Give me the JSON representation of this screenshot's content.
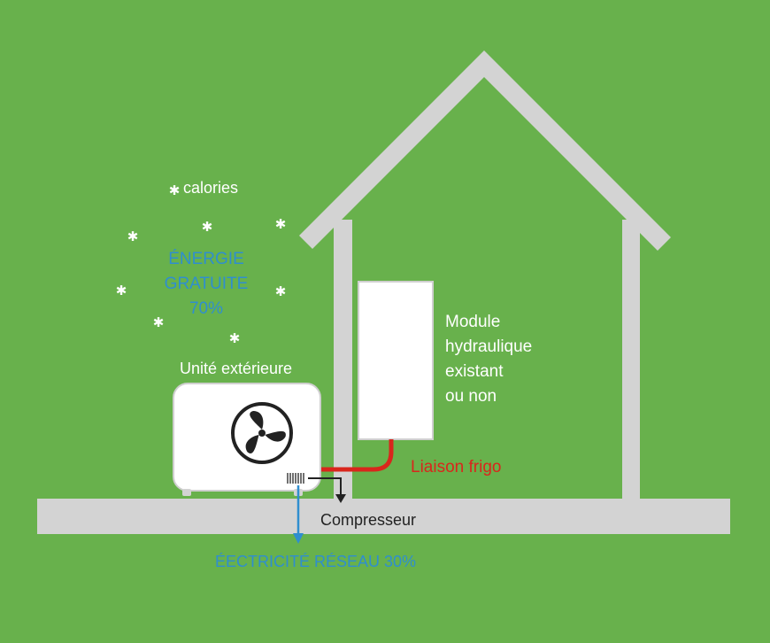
{
  "colors": {
    "background": "#68b14c",
    "structure": "#d3d3d3",
    "white": "#ffffff",
    "energy_text": "#2f8ecf",
    "refrigerant_line": "#d9261c",
    "compressor_arrow": "#222222",
    "electricity_arrow": "#2f8ecf"
  },
  "labels": {
    "calories": "calories",
    "energy_line1": "ÉNERGIE",
    "energy_line2": "GRATUITE",
    "energy_line3": "70%",
    "outdoor_unit": "Unité extérieure",
    "module_line1": "Module",
    "module_line2": "hydraulique",
    "module_line3": "existant",
    "module_line4": "ou non",
    "refrigerant_link": "Liaison frigo",
    "compressor": "Compresseur",
    "electricity": "ÉECTRICITÉ RÉSEAU 30%"
  },
  "icons": {
    "snowflake": "snowflake-icon",
    "fan": "fan-icon",
    "vent": "vent-grille-icon"
  }
}
